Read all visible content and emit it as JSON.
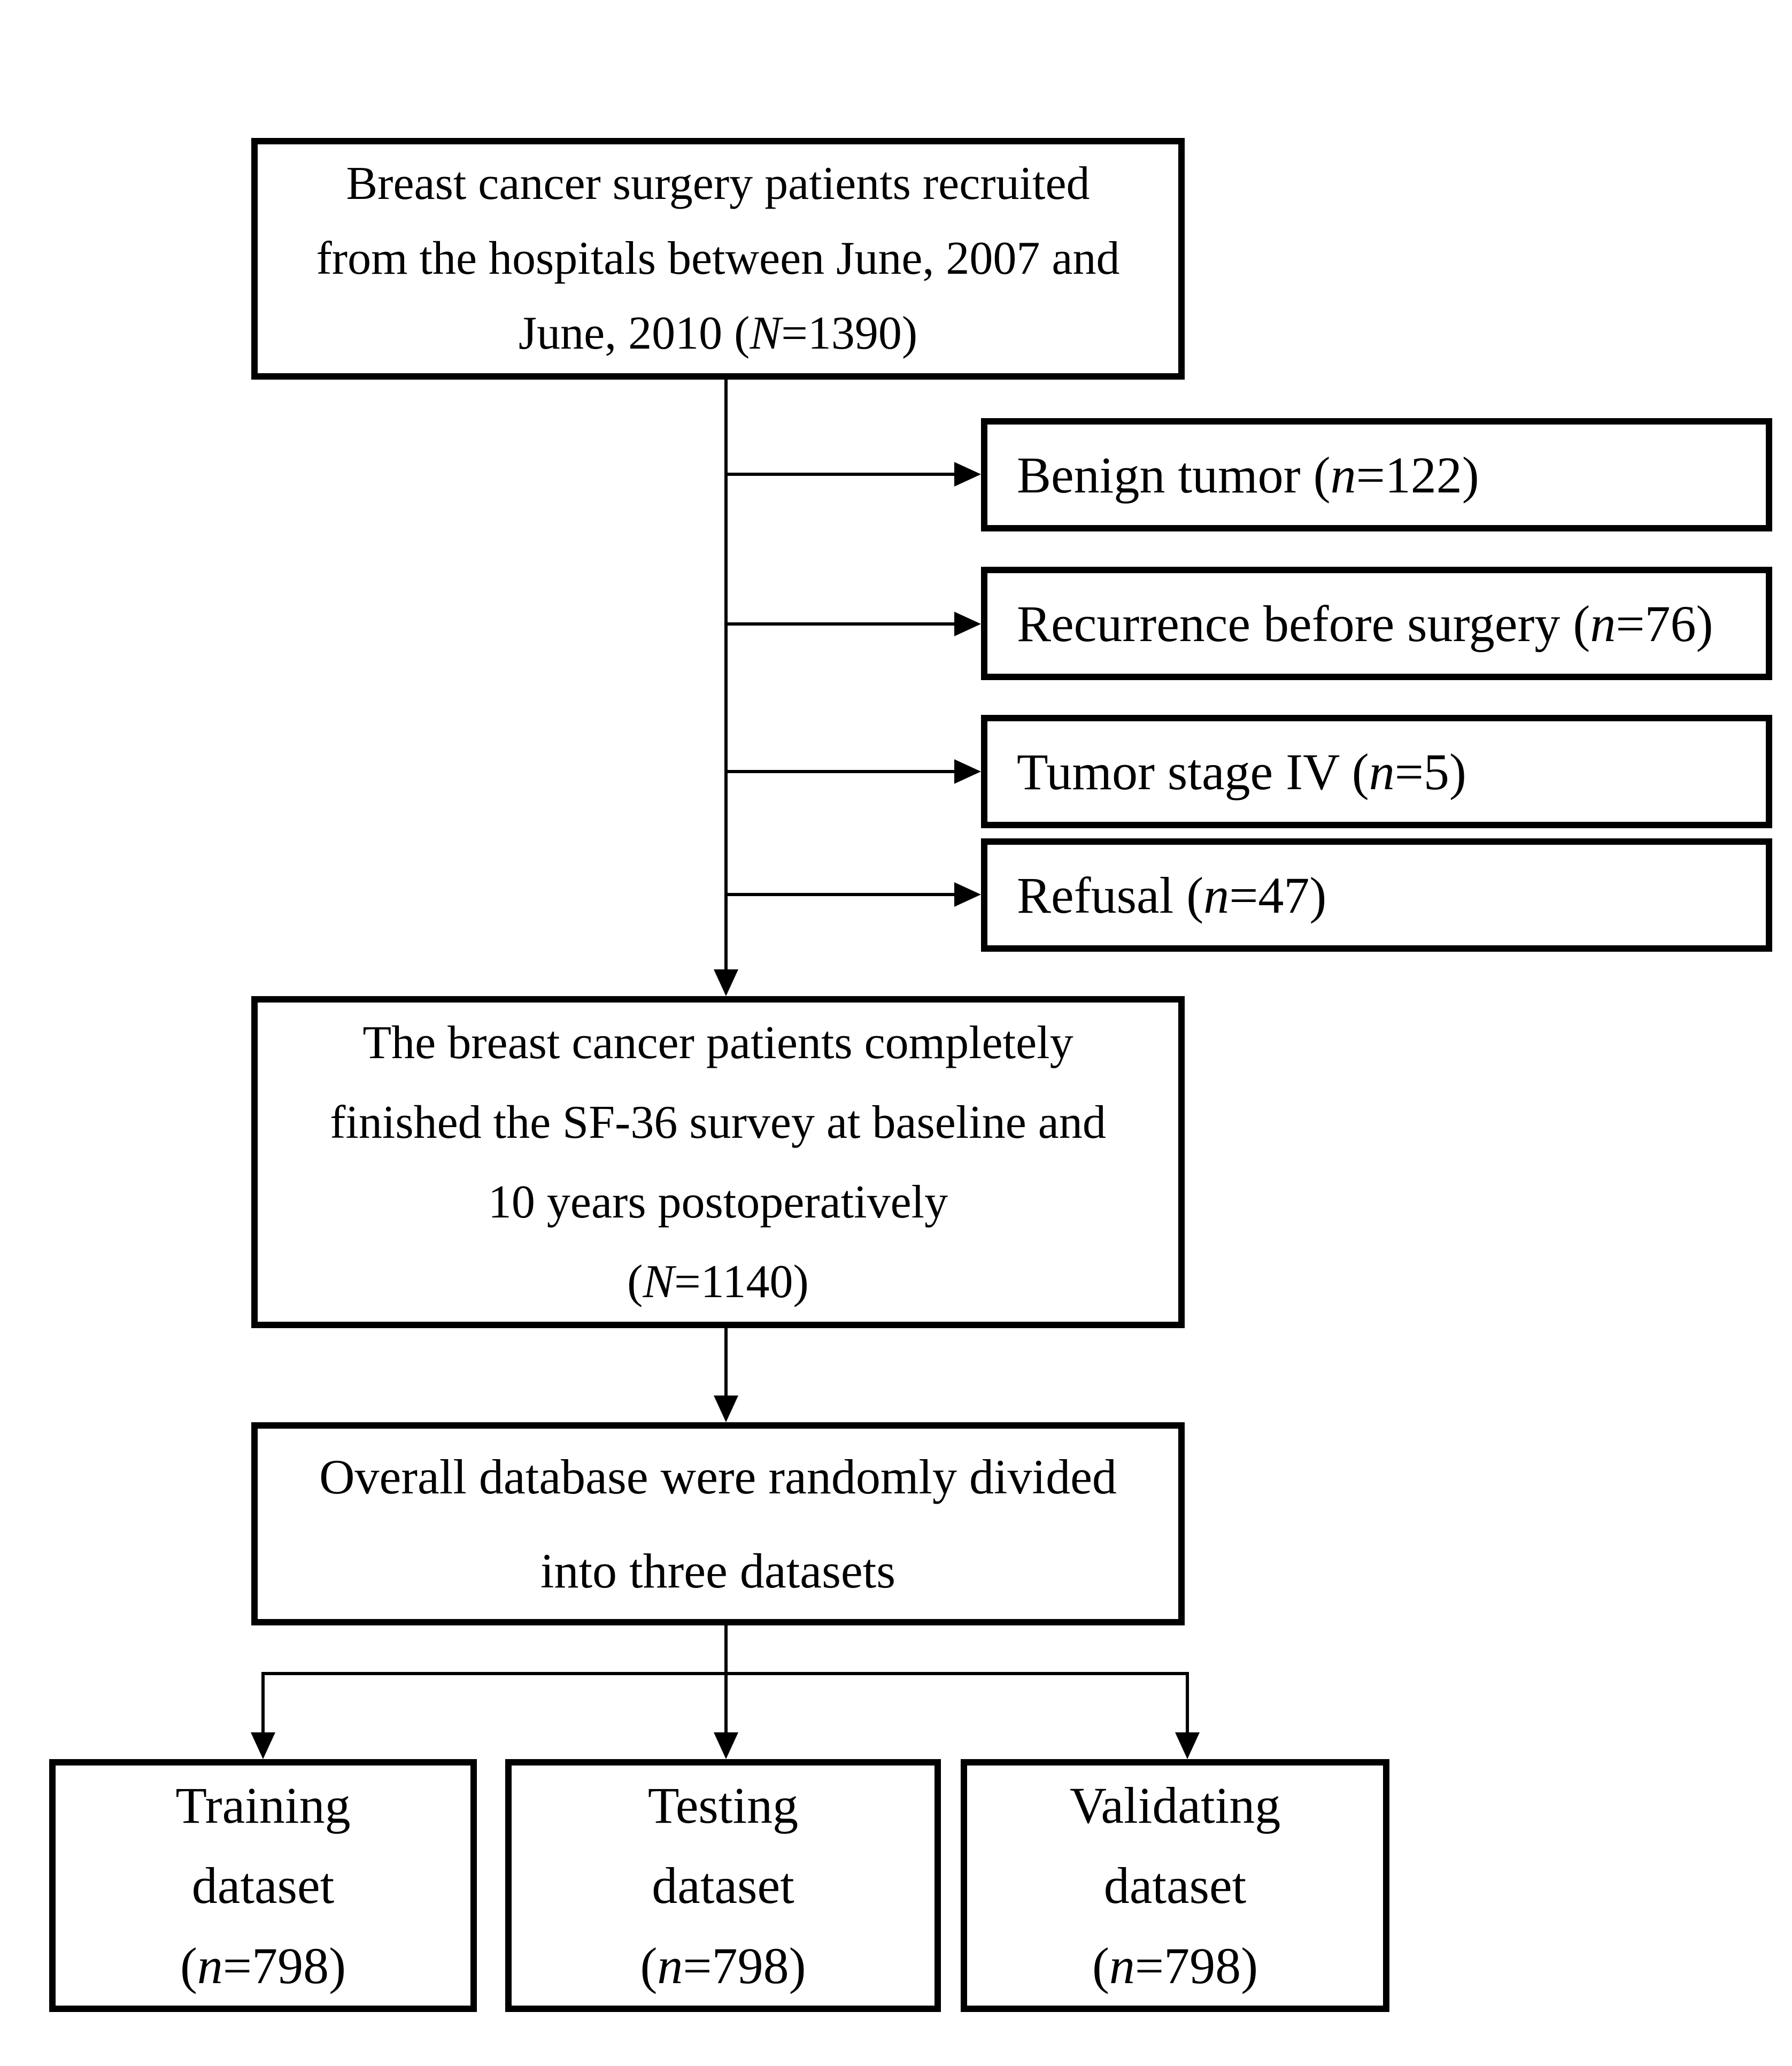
{
  "figure": {
    "background_color": "#ffffff",
    "line_color": "#000000",
    "type": "study-flowchart"
  },
  "boxes": {
    "recruited": {
      "line1": "Breast cancer surgery patients recruited",
      "line2": "from the hospitals between June, 2007 and",
      "line3_pre": "June, 2010 (",
      "line3_var": "N",
      "line3_post": "=1390)"
    },
    "exclusions": [
      {
        "pre": "Benign tumor (",
        "var": "n",
        "post": "=122)"
      },
      {
        "pre": "Recurrence before surgery (",
        "var": "n",
        "post": "=76)"
      },
      {
        "pre": "Tumor stage IV (",
        "var": "n",
        "post": "=5)"
      },
      {
        "pre": "Refusal (",
        "var": "n",
        "post": "=47)"
      }
    ],
    "sf36": {
      "line1": "The breast cancer patients completely",
      "line2": "finished the SF-36 survey at baseline and",
      "line3": "10 years postoperatively",
      "line4_pre": "(",
      "line4_var": "N",
      "line4_post": "=1140)"
    },
    "divided": {
      "line1": "Overall database were randomly divided",
      "line2": "into three datasets"
    },
    "datasets": [
      {
        "title": "Training",
        "subtitle": "dataset",
        "pre": "(",
        "var": "n",
        "post": "=798)"
      },
      {
        "title": "Testing",
        "subtitle": "dataset",
        "pre": "(",
        "var": "n",
        "post": "=798)"
      },
      {
        "title": "Validating",
        "subtitle": "dataset",
        "pre": "(",
        "var": "n",
        "post": "=798)"
      }
    ]
  }
}
